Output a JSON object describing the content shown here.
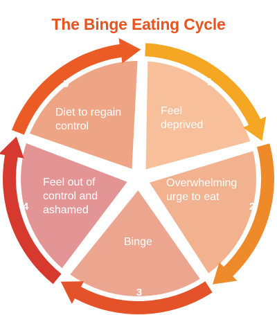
{
  "title": "The Binge Eating Cycle",
  "steps": [
    {
      "number": "1",
      "label_line1": "Feel",
      "label_line2": "deprived",
      "slice_color": "#f7c09a",
      "arrow_color": "#f5a623"
    },
    {
      "number": "2",
      "label_line1": "Overwhelming",
      "label_line2": "urge to eat",
      "slice_color": "#f3b28f",
      "arrow_color": "#ee8a2a"
    },
    {
      "number": "3",
      "label_line1": "Binge",
      "label_line2": "",
      "slice_color": "#eca58f",
      "arrow_color": "#e4522a"
    },
    {
      "number": "4",
      "label_line1": "Feel out of",
      "label_line2": "control and",
      "label_line3": "ashamed",
      "slice_color": "#e39495",
      "arrow_color": "#d63a2f"
    },
    {
      "number": "5",
      "label_line1": "Diet to regain",
      "label_line2": "control",
      "slice_color": "#eea586",
      "arrow_color": "#ea5b25"
    }
  ]
}
